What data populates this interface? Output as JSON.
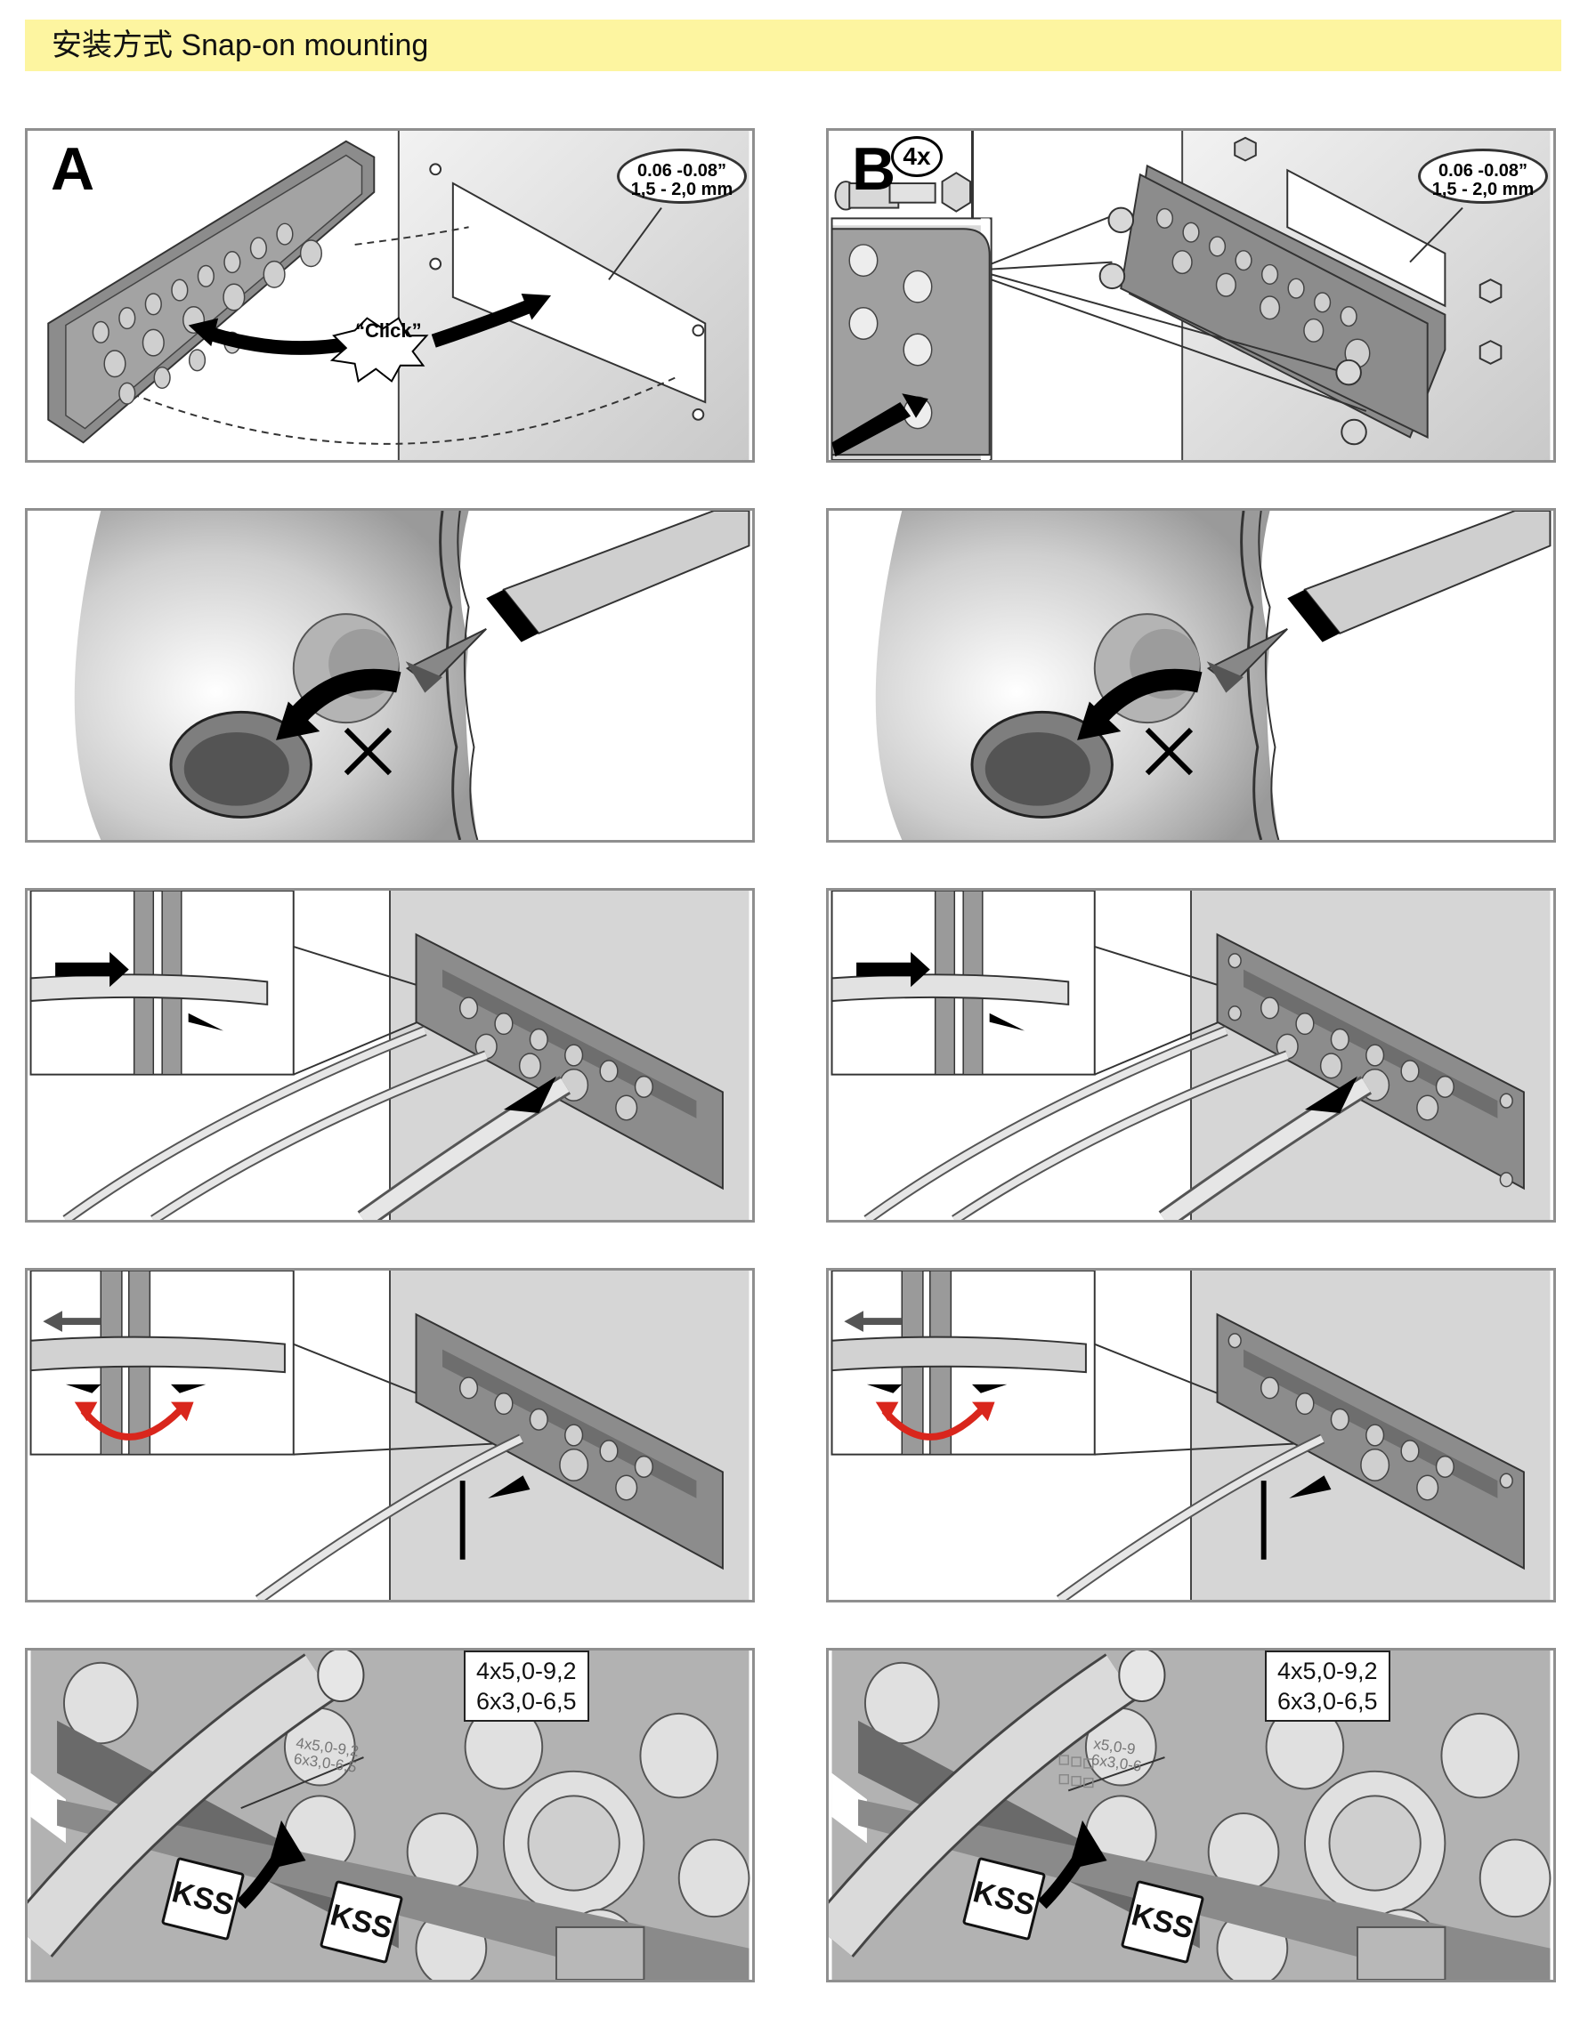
{
  "header": {
    "title": "安装方式 Snap-on mounting"
  },
  "panels": {
    "a1": {
      "letter": "A",
      "callout_line1": "0.06 -0.08”",
      "callout_line2": "1,5 - 2,0 mm",
      "click_label": "“Click”"
    },
    "b1": {
      "letter": "B",
      "quantity": "4x",
      "callout_line1": "0.06 -0.08”",
      "callout_line2": "1,5 - 2,0 mm"
    },
    "a5": {
      "spec_line1": "4x5,0-9,2",
      "spec_line2": "6x3,0-6,5",
      "printed_line1": "4x5,0-9,2",
      "printed_line2": "6x3,0-6,5",
      "tag_label": "KSS"
    },
    "b5": {
      "spec_line1": "4x5,0-9,2",
      "spec_line2": "6x3,0-6,5",
      "printed_line1": "x5,0-9",
      "printed_line2": "6x3,0-6",
      "tag_label": "KSS"
    }
  },
  "colors": {
    "title_bar": "#fdf5a0",
    "panel_border": "#8f8f8f",
    "frame_gray": "#8c8c8c",
    "wall_gray": "#d6d6d6",
    "rotation_arrow": "#d9261c"
  }
}
